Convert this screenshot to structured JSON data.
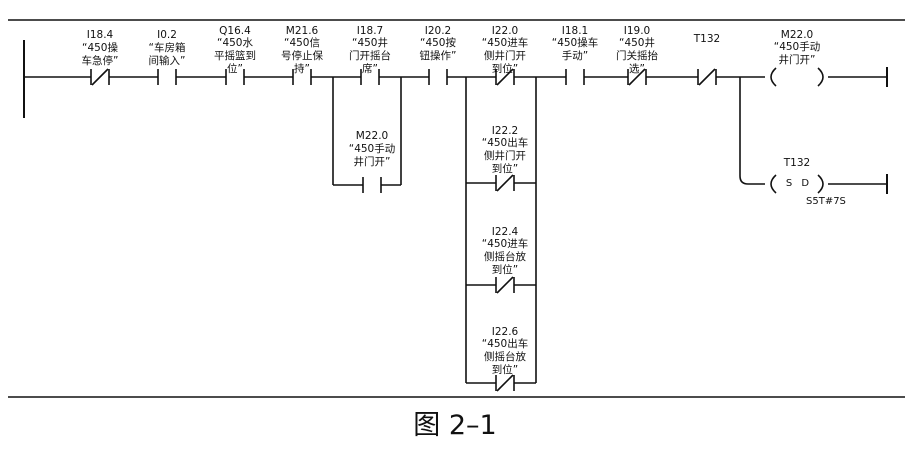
{
  "contacts": [
    {
      "addr": "I18.4",
      "comment": "“450操\n车急停”",
      "type": "NC"
    },
    {
      "addr": "I0.2",
      "comment": "“车房箱\n间输入”",
      "type": "NO"
    },
    {
      "addr": "Q16.4",
      "comment": "“450水\n平摇篮到\n位”",
      "type": "NO"
    },
    {
      "addr": "M21.6",
      "comment": "“450信\n号停止保\n持”",
      "type": "NO"
    },
    {
      "addr": "I18.7",
      "comment": "“450井\n门开摇台\n席”",
      "type": "NO"
    },
    {
      "addr": "I20.2",
      "comment": "“450按\n钮操作”",
      "type": "NO"
    },
    {
      "addr": "I22.0",
      "comment": "“450进车\n侧井门开\n到位”",
      "type": "NC"
    },
    {
      "addr": "I18.1",
      "comment": "“450操车\n手动”",
      "type": "NO"
    },
    {
      "addr": "I19.0",
      "comment": "“450井\n门关摇抬\n选”",
      "type": "NC"
    },
    {
      "addr": "T132",
      "comment": "",
      "type": "NC"
    }
  ],
  "branch_contact": {
    "addr": "M22.0",
    "comment": "“450手动\n井门开”",
    "type": "NO"
  },
  "parallel_contacts": [
    {
      "addr": "I22.2",
      "comment": "“450出车\n侧井门开\n到位”",
      "type": "NC"
    },
    {
      "addr": "I22.4",
      "comment": "“450进车\n侧摇台放\n到位”",
      "type": "NC"
    },
    {
      "addr": "I22.6",
      "comment": "“450出车\n侧摇台放\n到位”",
      "type": "NC"
    }
  ],
  "coil": {
    "addr": "M22.0",
    "comment": "“450手动\n井门开”"
  },
  "timer": {
    "addr": "T132",
    "op": "S D",
    "value": "S5T#7S"
  },
  "caption": "图 2–1"
}
